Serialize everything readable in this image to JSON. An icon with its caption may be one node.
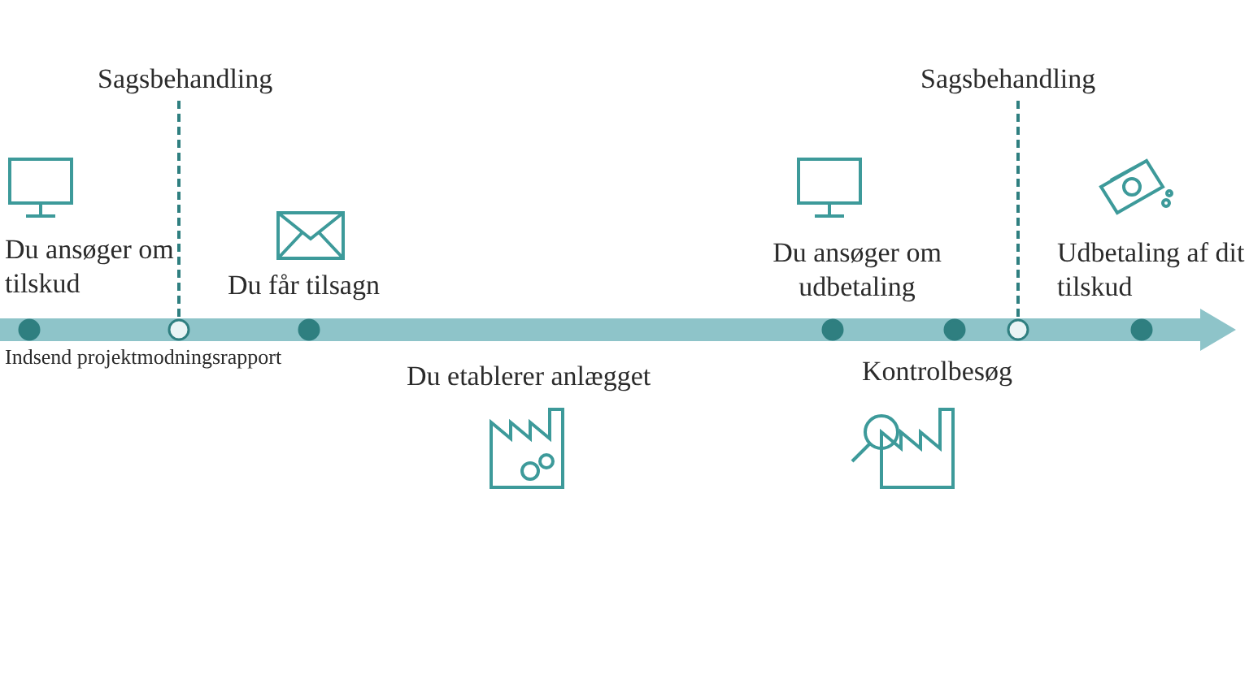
{
  "diagram": {
    "nodes": [
      {
        "text": [
          "Sagsbehandling"
        ]
      },
      {
        "text": [
          "Sagsbehandling"
        ]
      },
      {
        "text": [],
        "shape": "circle"
      },
      {
        "text": [],
        "shape": "circle"
      },
      {
        "text": [],
        "shape": "circle"
      },
      {
        "text": [],
        "shape": "circle"
      },
      {
        "text": [],
        "shape": "circle"
      },
      {
        "text": [],
        "shape": "circle"
      },
      {
        "text": [],
        "shape": "circle"
      }
    ],
    "edges": [
      {
        "from": 0,
        "to": 3,
        "arrow": "none",
        "style": "dashed"
      },
      {
        "from": 1,
        "to": 7,
        "arrow": "none",
        "style": "dashed"
      }
    ],
    "labels": [
      "Du ansøger om tilskud",
      "Du får tilsagn",
      "Du ansøger om udbetaling",
      "Udbetaling af dit tilskud",
      "Indsend projektmodningsrapport",
      "Du etablerer anlægget",
      "Kontrolbesøg"
    ]
  }
}
